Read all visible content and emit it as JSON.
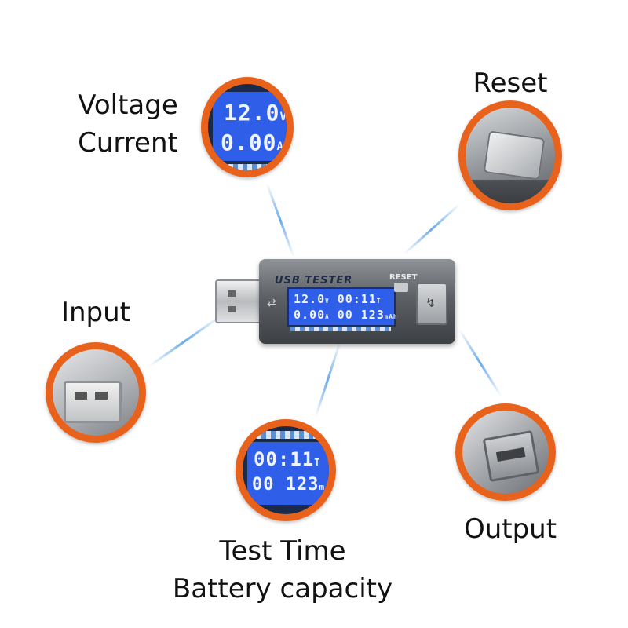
{
  "labels": {
    "voltage": "Voltage",
    "current": "Current",
    "reset": "Reset",
    "input": "Input",
    "output": "Output",
    "test_time": "Test Time",
    "battery_capacity": "Battery capacity"
  },
  "device": {
    "brand": "USB TESTER",
    "reset_label": "RESET",
    "voltage": "12.0",
    "voltage_unit": "V",
    "current": "0.00",
    "current_unit": "A",
    "time": "00:11",
    "time_unit": "T",
    "capacity": "00 123",
    "capacity_unit": "mAh",
    "input_symbol": "⇄",
    "output_symbol": "↯"
  },
  "zoom_voltage": {
    "voltage": "12.0",
    "voltage_unit": "V",
    "current": "0.00",
    "current_unit": "A"
  },
  "zoom_time": {
    "time": "00:11",
    "time_unit": "T",
    "capacity": "00 123",
    "capacity_unit": "mAh"
  },
  "colors": {
    "ring": "#e8621c",
    "lcd": "#2f5fe8",
    "connector_line": "#5aa0eb"
  }
}
